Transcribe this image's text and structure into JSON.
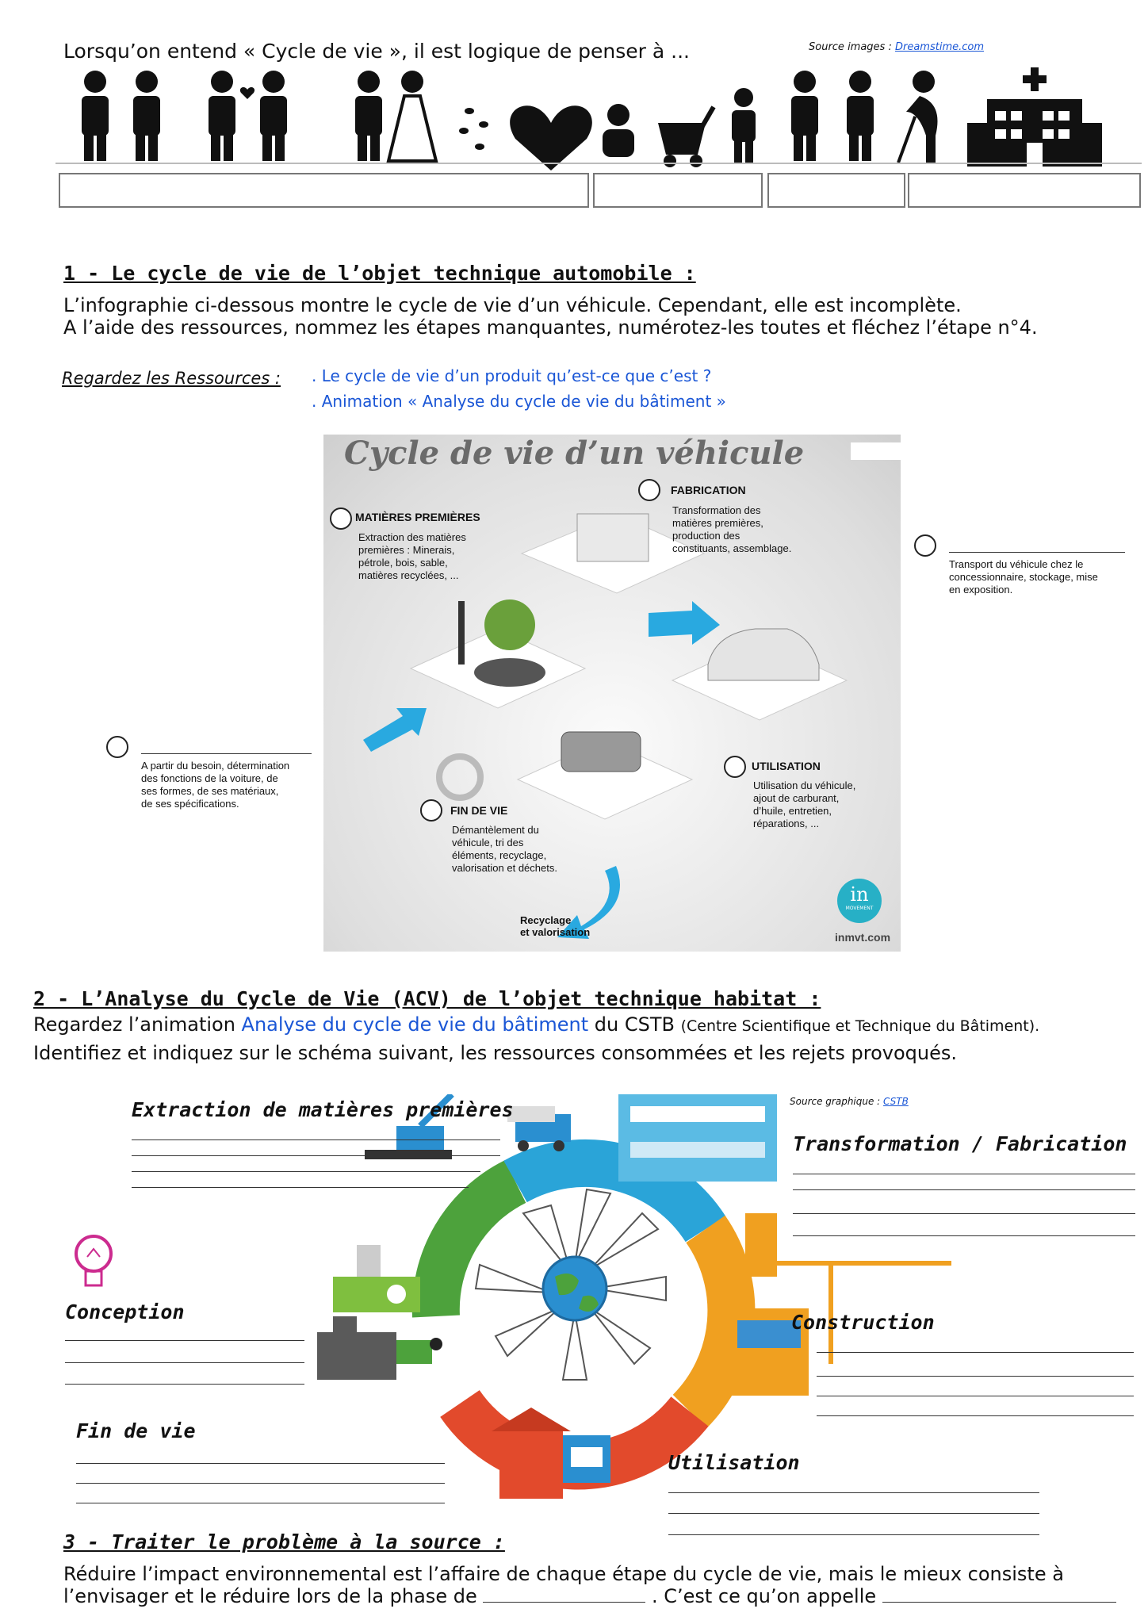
{
  "intro": {
    "text": "Lorsqu’on entend « Cycle de vie », il est logique de penser à ...",
    "source_prefix": "Source images : ",
    "source_link": "Dreamstime.com"
  },
  "section1": {
    "title": "1 - Le cycle de vie de l’objet technique automobile :",
    "line1": "L’infographie ci-dessous montre le cycle de vie d’un véhicule. Cependant, elle est incomplète.",
    "line2": "A l’aide des ressources, nommez les étapes manquantes, numérotez-les toutes et fléchez l’étape n°4.",
    "resources_label": "Regardez les Ressources :",
    "resource1": ". Le cycle de vie d’un produit qu’est-ce que c’est ?",
    "resource2": ". Animation « Analyse du cycle de vie du bâtiment »"
  },
  "infographic": {
    "title": "Cycle de vie d’un véhicule",
    "matieres_title": "MATIÈRES PREMIÈRES",
    "matieres_text": [
      "Extraction des matières",
      "premières : Minerais,",
      "pétrole, bois, sable,",
      "matières recyclées, ..."
    ],
    "fabrication_title": "FABRICATION",
    "fabrication_text": [
      "Transformation des",
      "matières premières,",
      "production des",
      "constituants, assemblage."
    ],
    "transport_text": [
      "Transport du véhicule chez le",
      "concessionnaire, stockage, mise",
      "en exposition."
    ],
    "utilisation_title": "UTILISATION",
    "utilisation_text": [
      "Utilisation du véhicule,",
      "ajout de carburant,",
      "d’huile, entretien,",
      "réparations, ..."
    ],
    "findevie_title": "FIN DE VIE",
    "findevie_text": [
      "Démantèlement du",
      "véhicule, tri des",
      "éléments, recyclage,",
      "valorisation et déchets."
    ],
    "conception_text": [
      "A partir du besoin, détermination",
      "des fonctions de la voiture, de",
      "ses formes, de ses matériaux,",
      "de ses spécifications."
    ],
    "recyclage": [
      "Recyclage",
      "et valorisation"
    ],
    "logo": "in",
    "logo_sub": "MOVEMENT",
    "site": "inmvt.com"
  },
  "section2": {
    "title": "2 - L’Analyse du Cycle de Vie (ACV) de l’objet technique habitat :",
    "line1_a": "Regardez l’animation ",
    "line1_link": "Analyse du cycle de vie du bâtiment",
    "line1_b": " du CSTB ",
    "line1_c": "(Centre Scientifique et Technique du Bâtiment).",
    "line2": "Identifiez et indiquez sur le schéma suivant, les ressources consommées et les rejets provoqués.",
    "source_prefix": "Source graphique  : ",
    "source_link": "CSTB",
    "extraction": "Extraction de matières premières",
    "transformation": "Transformation / Fabrication",
    "conception": "Conception",
    "construction": "Construction",
    "fin_de_vie": "Fin de vie",
    "utilisation": "Utilisation"
  },
  "section3": {
    "title": "3 - Traiter le problème à la source :",
    "line1": "Réduire l’impact environnemental est l’affaire de chaque étape du cycle de vie, mais le mieux consiste à",
    "line2_a": "l’envisager et le réduire lors de la phase de ",
    "line2_b": " . C’est ce qu’on appelle "
  }
}
